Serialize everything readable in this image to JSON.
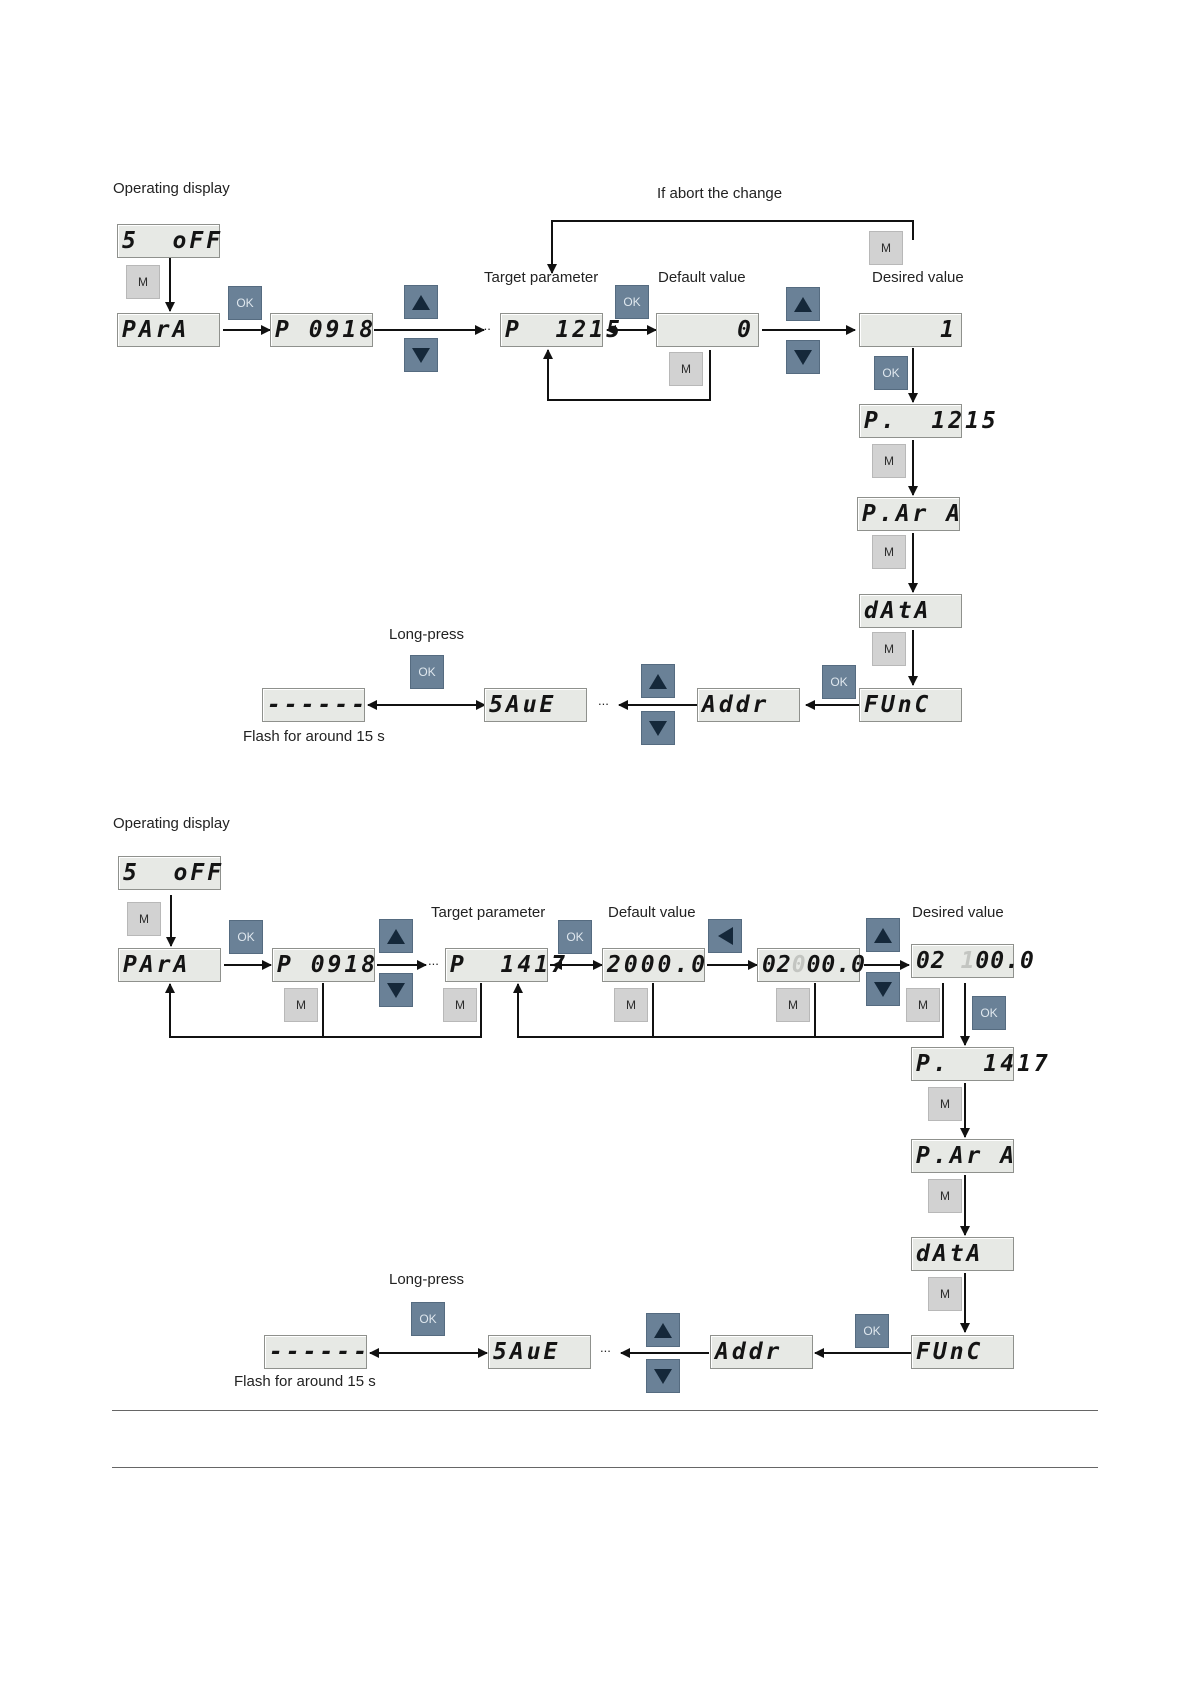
{
  "diagram1": {
    "operating_display": "Operating display",
    "abort_label": "If abort the change",
    "target_parameter": "Target parameter",
    "default_value": "Default value",
    "desired_value": "Desired value",
    "long_press": "Long-press",
    "flash_label": "Flash for around 15 s",
    "displays": {
      "soff": "5  oFF",
      "para": "PArA",
      "p0918": "P 0918",
      "p1215": "P  1215",
      "default_val": "0",
      "desired_val": "1",
      "p_dot_1215": "P.  1215",
      "p_dot_para": "P.Ar A",
      "data": "dAtA",
      "func": "FUnC",
      "addr": "Addr",
      "save": "5AuE",
      "flash": "------"
    }
  },
  "diagram2": {
    "operating_display": "Operating display",
    "target_parameter": "Target parameter",
    "default_value": "Default value",
    "desired_value": "Desired value",
    "long_press": "Long-press",
    "flash_label": "Flash for around 15 s",
    "displays": {
      "soff": "5  oFF",
      "para": "PArA",
      "p0918": "P 0918",
      "p1417": "P  1417",
      "default_val": "2000.0",
      "shift_a": "02",
      "shift_b": "0",
      "shift_c": "00.0",
      "desired_a": "02",
      "desired_b": "1",
      "desired_c": "00.0",
      "p_dot_1417": "P.  1417",
      "p_dot_para": "P.Ar A",
      "data": "dAtA",
      "func": "FUnC",
      "addr": "Addr",
      "save": "5AuE",
      "flash": "------"
    }
  },
  "keys": {
    "m": "M",
    "ok": "OK",
    "ellipsis": "..."
  },
  "icons": {
    "up": "triangle-up-icon",
    "down": "triangle-down-icon",
    "left": "triangle-left-icon"
  },
  "colors": {
    "key_blue": "#6a8197",
    "key_grey": "#d2d2d2",
    "display_bg": "#e7e9e5",
    "arrow_dark": "#15283a"
  }
}
